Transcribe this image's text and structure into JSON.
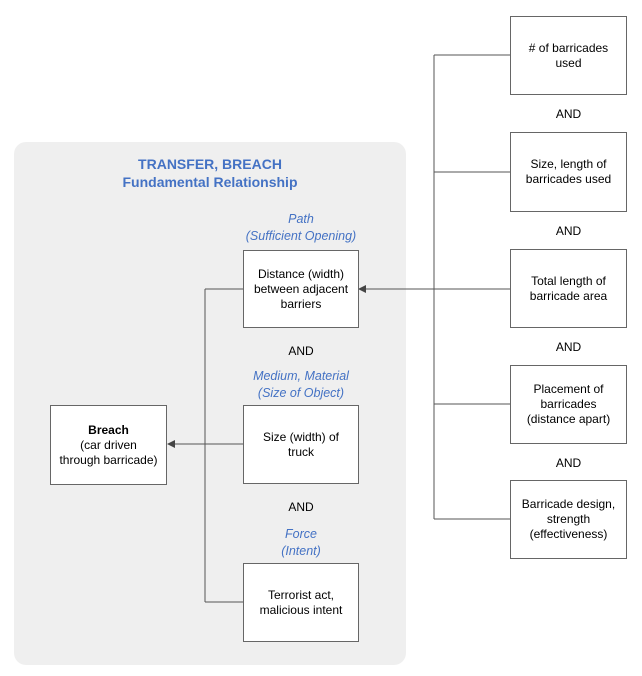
{
  "colors": {
    "accent": "#4472c4",
    "panel": "#efefef",
    "line": "#555555"
  },
  "panel": {
    "title_line1": "TRANSFER, BREACH",
    "title_line2": "Fundamental Relationship"
  },
  "breach": {
    "title": "Breach",
    "sub_line1": "(car driven",
    "sub_line2": "through barricade)"
  },
  "factors": [
    {
      "caption1": "Path",
      "caption2": "(Sufficient Opening)",
      "line1": "Distance (width)",
      "line2": "between adjacent",
      "line3": "barriers"
    },
    {
      "caption1": "Medium, Material",
      "caption2": "(Size of Object)",
      "line1": "Size (width) of",
      "line2": "truck",
      "line3": ""
    },
    {
      "caption1": "Force",
      "caption2": "(Intent)",
      "line1": "Terrorist act,",
      "line2": "malicious intent",
      "line3": ""
    }
  ],
  "and_label": "AND",
  "right_boxes": [
    {
      "line1": "# of barricades",
      "line2": "used",
      "line3": ""
    },
    {
      "line1": "Size, length of",
      "line2": "barricades used",
      "line3": ""
    },
    {
      "line1": "Total length of",
      "line2": "barricade area",
      "line3": ""
    },
    {
      "line1": "Placement of",
      "line2": "barricades",
      "line3": "(distance apart)"
    },
    {
      "line1": "Barricade design,",
      "line2": "strength",
      "line3": "(effectiveness)"
    }
  ]
}
